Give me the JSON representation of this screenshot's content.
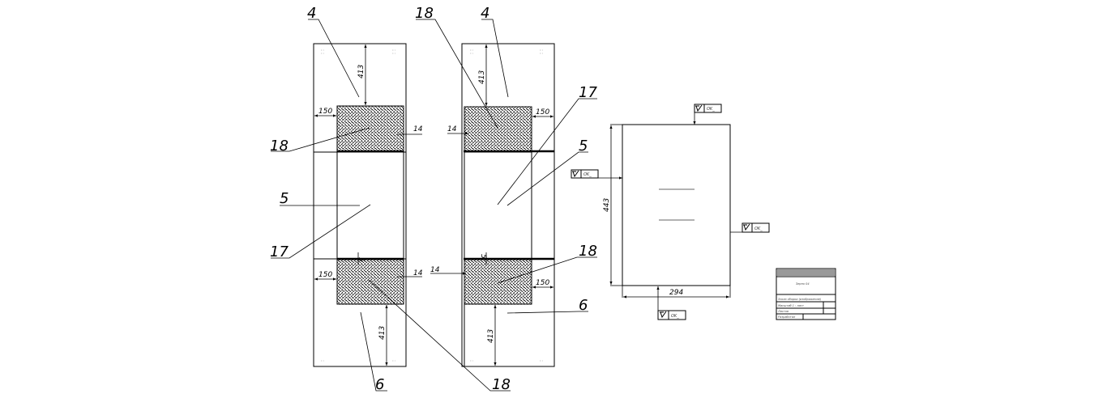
{
  "drawing": {
    "views": [
      {
        "name": "front-view-left",
        "callouts": [
          "4",
          "18",
          "5",
          "17",
          "6"
        ],
        "dimensions": {
          "top_gap": "413",
          "bottom_gap": "413",
          "left_offset_top": "150",
          "left_offset_bottom": "150",
          "edge_top": "14",
          "edge_bottom": "14",
          "joint": "5"
        }
      },
      {
        "name": "front-view-right",
        "callouts": [
          "18",
          "4",
          "17",
          "5",
          "18",
          "6",
          "18"
        ],
        "dimensions": {
          "top_gap": "413",
          "bottom_gap": "413",
          "right_offset_top": "150",
          "right_offset_bottom": "150",
          "edge_top": "14",
          "edge_bottom": "14",
          "joint": "5"
        }
      },
      {
        "name": "side-view",
        "dimensions": {
          "height": "443",
          "width": "294"
        },
        "surface_marks": [
          "OK_",
          "OK_",
          "OK_",
          "OK_"
        ]
      }
    ],
    "labels": {
      "c4a": "4",
      "c18a": "18",
      "c5a": "5",
      "c17a": "17",
      "c6a": "6",
      "c18b": "18",
      "c4b": "4",
      "c17b": "17",
      "c5b": "5",
      "c18c": "18",
      "c6b": "6",
      "c18d": "18",
      "d413": "413",
      "d150": "150",
      "d14": "14",
      "d5": "5",
      "d443": "443",
      "d294": "294",
      "ok": "OK_"
    },
    "title_block": {
      "name": "Зерно 04",
      "line1": "Эскиз сборки (изображение)",
      "row1": "Масштаб 1 : лист",
      "row2": "Листов",
      "row3": "Разработал"
    }
  }
}
